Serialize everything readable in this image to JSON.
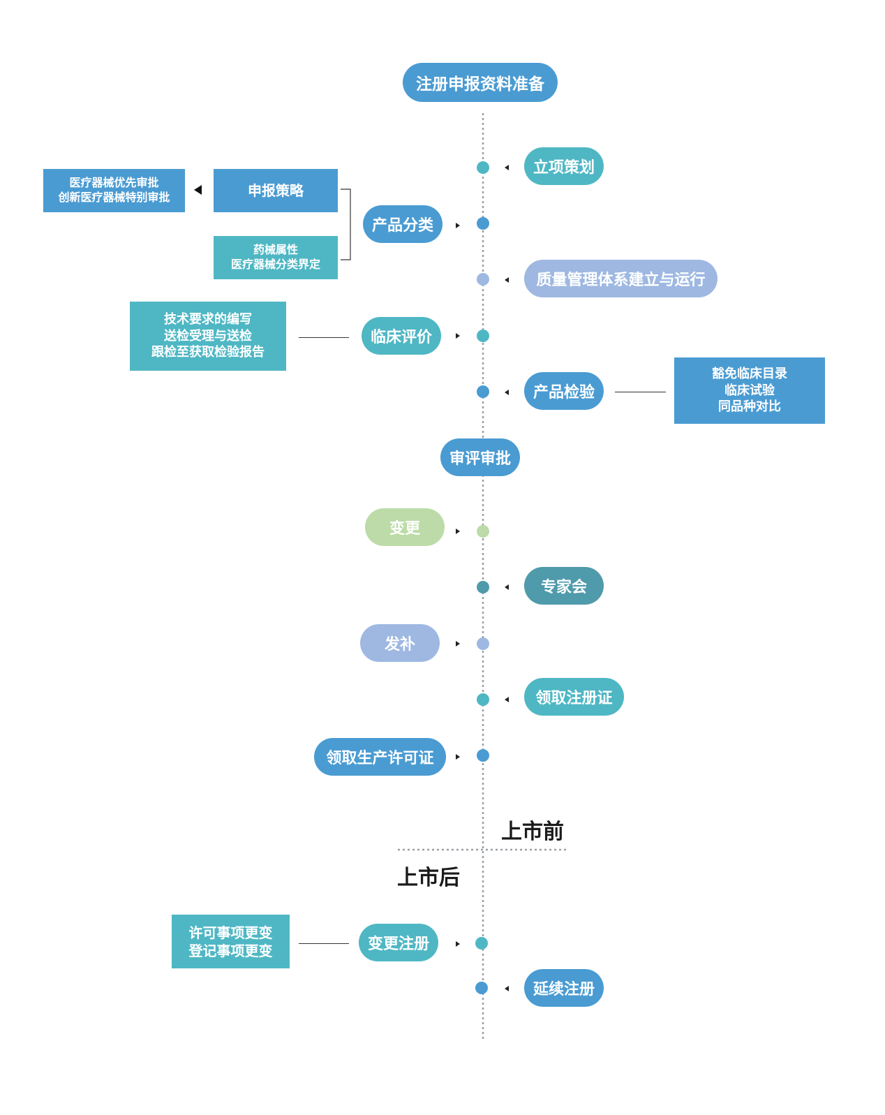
{
  "title": "注册申报资料准备",
  "review": "审评审批",
  "steps": {
    "lixiang": "立项策划",
    "chanpin_fenlei": "产品分类",
    "zhiliang": "质量管理体系建立与运行",
    "linchuang_pingjia": "临床评价",
    "chanpin_jianyan": "产品检验",
    "biangeng": "变更",
    "zhuanjiahui": "专家会",
    "fabu": "发补",
    "lingqu_zhuce": "领取注册证",
    "lingqu_shengchan": "领取生产许可证",
    "biangeng_zhuce": "变更注册",
    "yanxu_zhuce": "延续注册"
  },
  "boxes": {
    "shenbao_celue": "申报策略",
    "priority": [
      "医疗器械优先审批",
      "创新医疗器械特别审批"
    ],
    "drug_device": [
      "药械属性",
      "医疗器械分类界定"
    ],
    "tech_req": [
      "技术要求的编写",
      "送检受理与送检",
      "跟检至获取检验报告"
    ],
    "clinical": [
      "豁免临床目录",
      "临床试验",
      "同品种对比"
    ],
    "change_items": [
      "许可事项更变",
      "登记事项更变"
    ]
  },
  "stages": {
    "before": "上市前",
    "after": "上市后"
  },
  "colors": {
    "blue": "#4a9bd2",
    "teal": "#4fb7c4",
    "lavender": "#9eb8e2",
    "green": "#bcdba8",
    "deep_teal": "#4f9aab"
  }
}
